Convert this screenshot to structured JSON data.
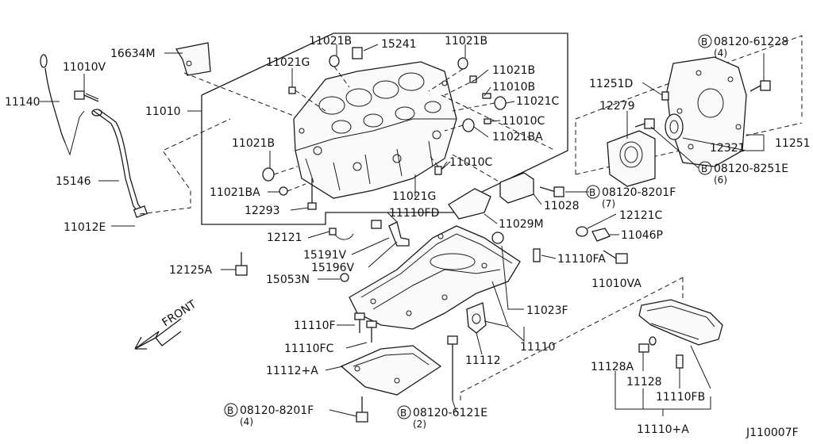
{
  "diagram_code": "J110007F",
  "front_label": "FRONT",
  "bolt_symbol": "B",
  "labels": {
    "p16634M": "16634M",
    "p11010V": "11010V",
    "p11140": "11140",
    "p11010": "11010",
    "p15146": "15146",
    "p11012E": "11012E",
    "p11021B_a": "11021B",
    "p15241": "15241",
    "p11021B_b": "11021B",
    "p11021G_a": "11021G",
    "p11021B_c": "11021B",
    "p11010B": "11010B",
    "p11021C": "11021C",
    "p11010C_a": "11010C",
    "p11021BA_a": "11021BA",
    "p11021B_d": "11021B",
    "p11021BA_b": "11021BA",
    "p12293": "12293",
    "p11021G_b": "11021G",
    "p11010C_b": "11010C",
    "p11028": "11028",
    "p11029M": "11029M",
    "p11110FD": "11110FD",
    "p12121": "12121",
    "p15191V": "15191V",
    "p15196V": "15196V",
    "p12125A": "12125A",
    "p15053N": "15053N",
    "p11110F": "11110F",
    "p11110FC": "11110FC",
    "p11112A": "11112+A",
    "p11023F": "11023F",
    "p11110": "11110",
    "p11112": "11112",
    "p11110FA": "11110FA",
    "p11010VA": "11010VA",
    "p12121C": "12121C",
    "p11046P": "11046P",
    "p11251D": "11251D",
    "p12279": "12279",
    "p12321": "12321",
    "p11251": "11251",
    "p11128A": "11128A",
    "p11128": "11128",
    "p11110FB": "11110FB",
    "p11110A": "11110+A"
  },
  "bolts": {
    "b61228": {
      "part": "08120-61228",
      "qty": "(4)"
    },
    "b8251E": {
      "part": "08120-8251E",
      "qty": "(6)"
    },
    "b8201F_a": {
      "part": "08120-8201F",
      "qty": "(7)"
    },
    "b8201F_b": {
      "part": "08120-8201F",
      "qty": "(4)"
    },
    "b6121E": {
      "part": "08120-6121E",
      "qty": "(2)"
    }
  }
}
